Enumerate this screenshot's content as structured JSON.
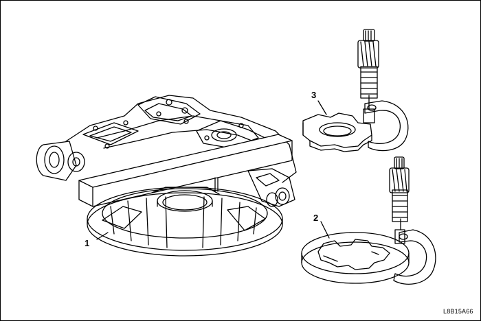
{
  "callouts": [
    {
      "id": "1",
      "text": "1"
    },
    {
      "id": "2",
      "text": "2"
    },
    {
      "id": "3",
      "text": "3"
    }
  ],
  "figure_code": "L8B15A66"
}
